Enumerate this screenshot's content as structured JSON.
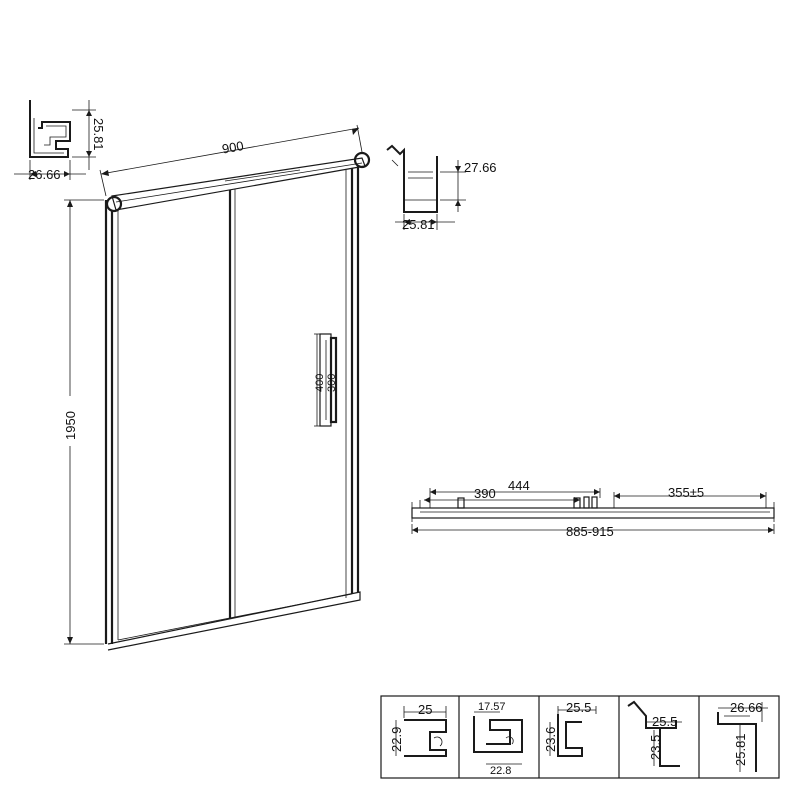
{
  "main_view": {
    "width_label": "900",
    "height_label": "1950",
    "handle_outer_label": "400",
    "handle_inner_label": "300"
  },
  "top_left_profile": {
    "width_label": "26.66",
    "height_label": "25.81"
  },
  "top_right_profile": {
    "height_label": "27.66",
    "width_label": "25.81"
  },
  "plan_view": {
    "inner_span_label": "444",
    "panel_label": "390",
    "opening_label": "355±5",
    "adjust_range_label": "885-915"
  },
  "profile_strip": [
    {
      "top_label": "25",
      "side_label": "22.9",
      "bottom_label": ""
    },
    {
      "top_label": "17.57",
      "side_label": "",
      "bottom_label": "22.8"
    },
    {
      "top_label": "25.5",
      "side_label": "23.6",
      "bottom_label": ""
    },
    {
      "top_label": "25.5",
      "side_label": "23.5",
      "bottom_label": ""
    },
    {
      "top_label": "26.66",
      "side_label": "25.81",
      "bottom_label": ""
    }
  ]
}
